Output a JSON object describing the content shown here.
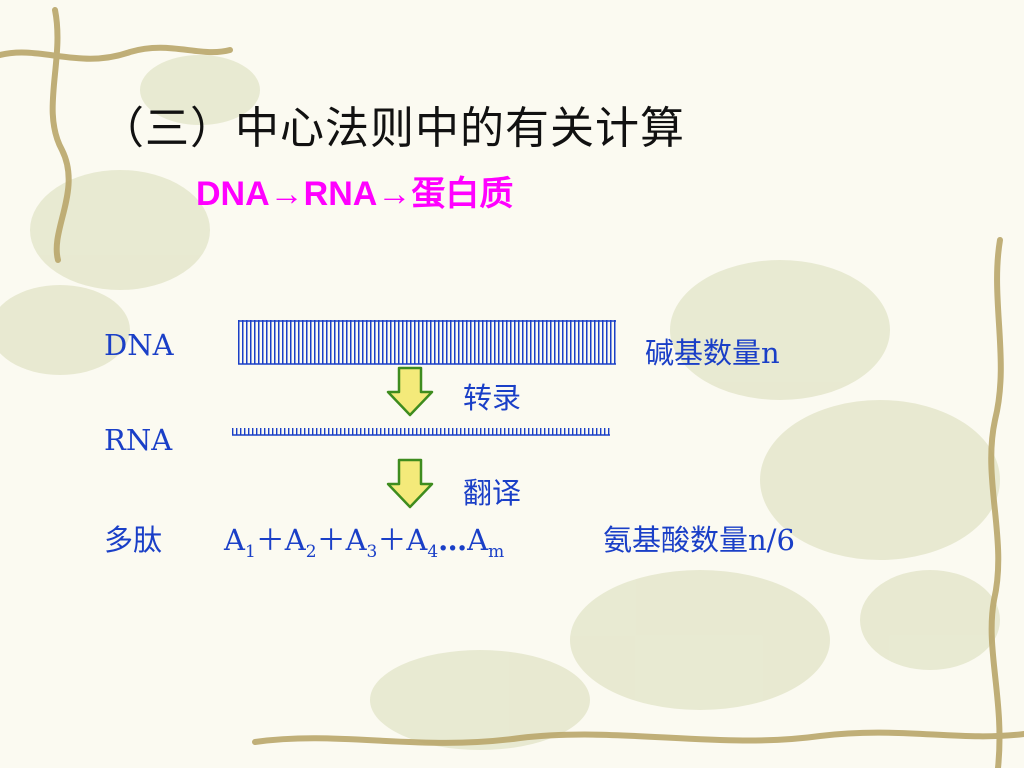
{
  "slide": {
    "title": "（三）中心法则中的有关计算",
    "subtitle": "DNA→RNA→蛋白质"
  },
  "diagram": {
    "dna_label": "DNA",
    "rna_label": "RNA",
    "base_count": "碱基数量n",
    "transcription": "转录",
    "translation": "翻译",
    "polypeptide_label": "多肽",
    "formula": {
      "terms": [
        {
          "letter": "A",
          "sub": "1"
        },
        {
          "letter": "A",
          "sub": "2"
        },
        {
          "letter": "A",
          "sub": "3"
        },
        {
          "letter": "A",
          "sub": "4"
        },
        {
          "letter": "A",
          "sub": "m"
        }
      ],
      "plus": "＋",
      "ellipsis": "…"
    },
    "amino_acid_count": "氨基酸数量n/6"
  },
  "colors": {
    "title": "#111111",
    "subtitle": "#ff00ff",
    "labels": "#1a3fc7",
    "arrow_fill": "#f4ea7a",
    "arrow_stroke": "#3e8c1e"
  }
}
